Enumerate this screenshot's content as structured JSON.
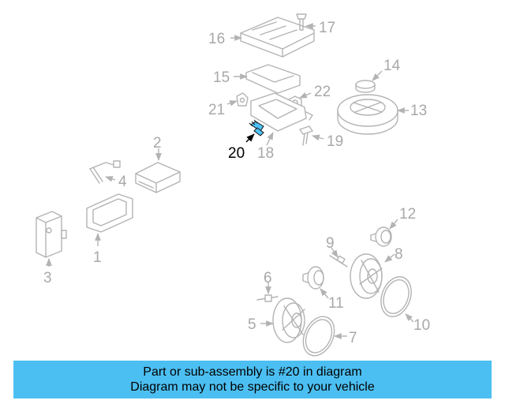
{
  "diagram": {
    "highlight_part": "20",
    "highlight_color": "#4fc3f7",
    "part_color": "#b3b3b3",
    "callouts": [
      "1",
      "2",
      "3",
      "4",
      "5",
      "6",
      "7",
      "8",
      "9",
      "10",
      "11",
      "12",
      "13",
      "14",
      "15",
      "16",
      "17",
      "18",
      "19",
      "20",
      "21",
      "22"
    ]
  },
  "banner": {
    "line1": "Part or sub-assembly is #20 in diagram",
    "line2": "Diagram may not be specific to your vehicle",
    "background": "#4cbff2"
  }
}
